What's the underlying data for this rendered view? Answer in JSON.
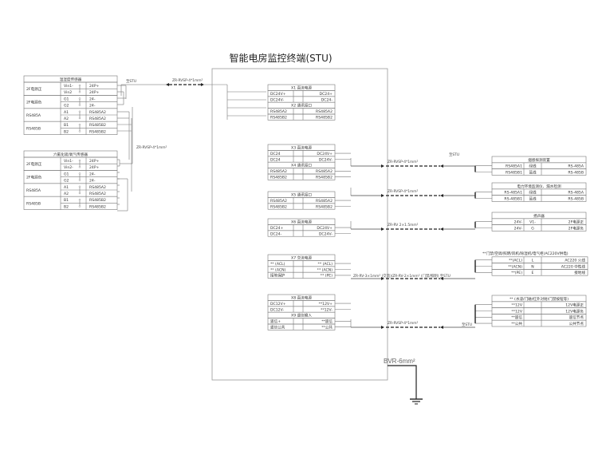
{
  "title": "智能电房监控终端(STU)",
  "ground_cable": "BVR-6mm²",
  "left_devices": [
    {
      "title": "温湿度传感器",
      "rows": [
        {
          "name": "2F电源正",
          "pins": [
            "Vin1-",
            "Vin2"
          ],
          "sig": [
            "24P+",
            "24P+"
          ]
        },
        {
          "name": "2F电源负",
          "pins": [
            "G1",
            "G2"
          ],
          "sig": [
            "24-",
            "24-"
          ]
        },
        {
          "name": "RS485A",
          "pins": [
            "A1",
            "A2"
          ],
          "sig": [
            "RS485A2",
            "RS485A2"
          ]
        },
        {
          "name": "RS485B",
          "pins": [
            "B1",
            "B2"
          ],
          "sig": [
            "RS485B2",
            "RS485B2"
          ]
        }
      ],
      "cable_label": "至STU",
      "cable_spec": "ZR-RVSP-4*1mm²"
    },
    {
      "title": "六氟化硫/氧气传感器",
      "rows": [
        {
          "name": "2F电源正",
          "pins": [
            "Vin1-",
            "Vin2-"
          ],
          "sig": [
            "24P+",
            "24P+"
          ]
        },
        {
          "name": "2F电源负",
          "pins": [
            "G1",
            "G2"
          ],
          "sig": [
            "24-",
            "24-"
          ]
        },
        {
          "name": "RS485A",
          "pins": [
            "A1",
            "A2"
          ],
          "sig": [
            "RS485A2",
            "RS485A2"
          ]
        },
        {
          "name": "RS485B",
          "pins": [
            "B1",
            "B2"
          ],
          "sig": [
            "RS485B2",
            "RS485B2"
          ]
        }
      ],
      "cable_spec": "ZR-RVSP-4*1mm²"
    }
  ],
  "stu_blocks": [
    {
      "sections": [
        {
          "title": "X1 直流电源",
          "rows": [
            [
              "DC24V+",
              "DC24+"
            ],
            [
              "DC24V-",
              "DC24-"
            ]
          ]
        },
        {
          "title": "X2 通讯接口",
          "rows": [
            [
              "RS485A2",
              "RS485A2"
            ],
            [
              "RS485B2",
              "RS485B2"
            ]
          ]
        }
      ]
    },
    {
      "sections": [
        {
          "title": "X3 直流电源",
          "rows": [
            [
              "DC24",
              "DC24V+"
            ],
            [
              "DC24",
              "DC24V-"
            ]
          ]
        },
        {
          "title": "X4 通讯接口",
          "rows": [
            [
              "RS485A2",
              "RS485A2"
            ],
            [
              "RS485B2",
              "RS485B2"
            ]
          ]
        }
      ]
    },
    {
      "sections": [
        {
          "title": "X5 通讯接口",
          "rows": [
            [
              "RS485A2",
              "RS485A2"
            ],
            [
              "RS485B2",
              "RS485B2"
            ]
          ]
        }
      ]
    },
    {
      "sections": [
        {
          "title": "X6 直流电源",
          "rows": [
            [
              "DC24+",
              "DC24V+"
            ],
            [
              "DC24-",
              "DC24V-"
            ]
          ]
        }
      ]
    },
    {
      "sections": [
        {
          "title": "X7 交流电源",
          "rows": [
            [
              "** (ACL)",
              "** (ACL)"
            ],
            [
              "** (ACN)",
              "** (ACN)"
            ],
            [
              "接地保护",
              "** (PE)"
            ]
          ]
        }
      ]
    },
    {
      "sections": [
        {
          "title": "X8 直流电源",
          "rows": [
            [
              "DC12V+",
              "**12V+"
            ],
            [
              "DC12V-",
              "**12V-"
            ]
          ]
        },
        {
          "title": "X9 遥信输入",
          "rows": [
            [
              "遥信+",
              "**遥信"
            ],
            [
              "遥信公共",
              "**公共"
            ]
          ]
        }
      ]
    }
  ],
  "cables": [
    {
      "spec": "ZR-RVSP-4*1mm²",
      "label": "至STU"
    },
    {
      "spec": "ZR-RVSP-4*1mm²",
      "label": ""
    },
    {
      "spec": "ZR-RV 2×1.5mm²",
      "label": ""
    },
    {
      "spec": "ZR-RV-3×1mm² (交流)/ZR-RV-2×1mm² (门禁/照明) 至STU",
      "label": ""
    },
    {
      "spec": "ZR-RVSP-4*1mm²",
      "label": "至STU"
    }
  ],
  "right_devices": [
    {
      "title": "烟感探测装置",
      "rows": [
        [
          "RS485A1",
          "绿线",
          "RS-485A"
        ],
        [
          "RS485B1",
          "蓝线",
          "RS-485B"
        ]
      ]
    },
    {
      "title": "电力环境监测仪、漏水检测",
      "rows": [
        [
          "RS-485A1",
          "绿线",
          "RS-485A"
        ],
        [
          "RS-485B1",
          "蓝线",
          "RS-485B"
        ]
      ]
    },
    {
      "title": "扬声器",
      "rows": [
        [
          "24V-",
          "V1-",
          "2F电源正"
        ],
        [
          "24V-",
          "G",
          "2F电源负"
        ]
      ]
    },
    {
      "title": "**门禁/空调/照明/风机/除湿机/电气柜(AC220V供电)",
      "rows": [
        [
          "**(ACL)",
          "L",
          "AC220 火线"
        ],
        [
          "**(ACN)",
          "N",
          "AC220 中性线"
        ],
        [
          "**(PE)",
          "E",
          "接地线"
        ]
      ]
    },
    {
      "title": "** (水浸/门磁/红外对射/门禁按钮等)",
      "rows": [
        [
          "**12V",
          "",
          "12V电源正"
        ],
        [
          "**12V",
          "",
          "12V电源负"
        ],
        [
          "**遥信",
          "",
          "遥信节点"
        ],
        [
          "**公共",
          "",
          "公共节点"
        ]
      ]
    }
  ]
}
